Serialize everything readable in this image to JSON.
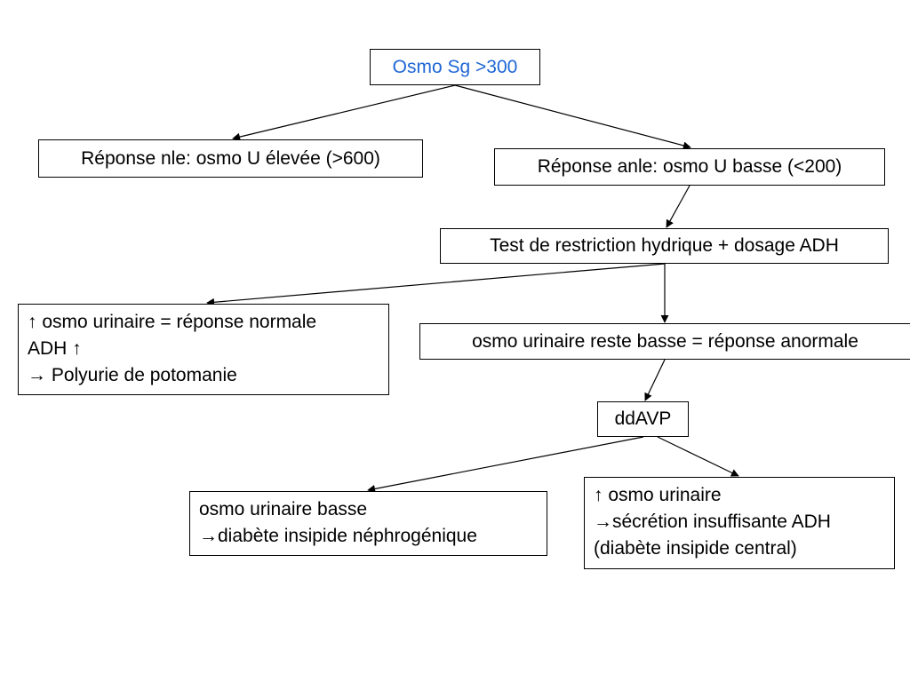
{
  "colors": {
    "root_text": "#1f66d6",
    "box_border": "#000000",
    "arrow": "#000000"
  },
  "nodes": {
    "root": {
      "text": "Osmo Sg >300"
    },
    "normal_response": {
      "text": "Réponse nle: osmo U élevée (>600)"
    },
    "abnormal_response": {
      "text": "Réponse anle: osmo U basse (<200)"
    },
    "restriction_test": {
      "text": "Test de restriction hydrique + dosage ADH"
    },
    "potomania": {
      "lines": [
        "↑ osmo urinaire = réponse normale",
        "ADH ↑",
        "→ Polyurie de potomanie"
      ]
    },
    "urine_stays_low": {
      "text": "osmo urinaire reste basse = réponse anormale"
    },
    "ddavp": {
      "text": "ddAVP"
    },
    "nephrogenic": {
      "lines": [
        "osmo urinaire basse",
        "→diabète insipide néphrogénique"
      ]
    },
    "central": {
      "lines": [
        "↑ osmo urinaire",
        "→sécrétion insuffisante ADH",
        "(diabète insipide central)"
      ]
    }
  }
}
